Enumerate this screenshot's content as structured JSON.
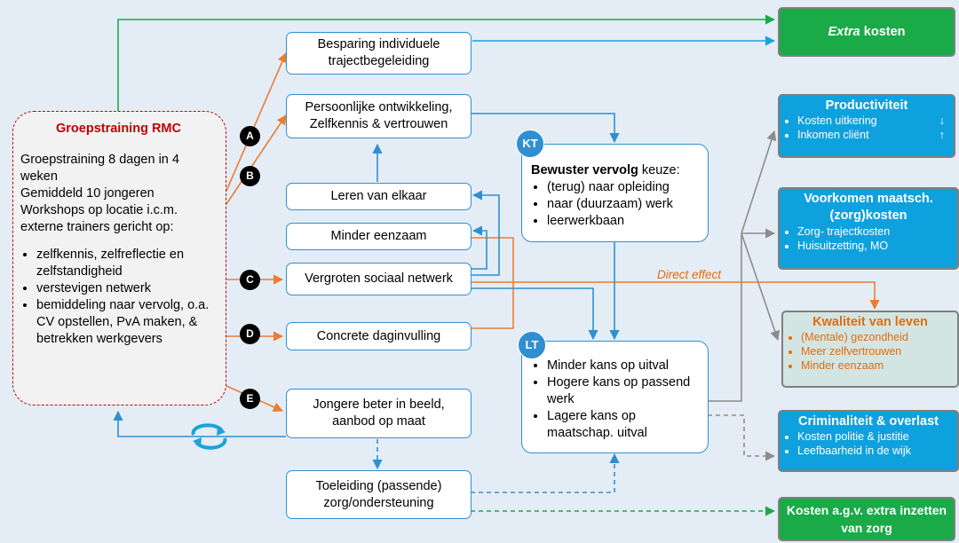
{
  "main": {
    "title": "Groepstraining RMC",
    "line1": "Groepstraining 8 dagen in 4 weken",
    "line2": "Gemiddeld  10 jongeren",
    "line3": "Workshops op locatie i.c.m. externe trainers gericht op:",
    "bullets": [
      "zelfkennis, zelfreflectie en zelfstandigheid",
      "verstevigen netwerk",
      "bemiddeling naar vervolg, o.a. CV opstellen, PvA maken, & betrekken werkgevers"
    ]
  },
  "boxes": {
    "besparing": "Besparing individuele trajectbegeleiding",
    "persoonlijk": "Persoonlijke ontwikkeling, Zelfkennis & vertrouwen",
    "leren": "Leren van elkaar",
    "eenzaam": "Minder eenzaam",
    "netwerk": "Vergroten sociaal netwerk",
    "dag": "Concrete daginvulling",
    "beeld": "Jongere beter in beeld, aanbod op maat",
    "toeleiding": "Toeleiding (passende) zorg/ondersteuning"
  },
  "circles": [
    "A",
    "B",
    "C",
    "D",
    "E"
  ],
  "kt": {
    "badge": "KT",
    "title_bold": "Bewuster vervolg",
    "title_rest": " keuze:",
    "bullets": [
      "(terug) naar opleiding",
      "naar (duurzaam) werk",
      "leerwerkbaan"
    ]
  },
  "lt": {
    "badge": "LT",
    "bullets": [
      "Minder kans op uitval",
      "Hogere kans op passend werk",
      "Lagere kans op maatschap. uitval"
    ]
  },
  "direct_effect": "Direct effect",
  "outcomes": {
    "extra_kosten": {
      "italic": "Extra",
      "rest": " kosten"
    },
    "productiviteit": {
      "title": "Productiviteit",
      "items": [
        "Kosten uitkering",
        "Inkomen cliënt"
      ]
    },
    "voorkomen": {
      "title": "Voorkomen maatsch. (zorg)kosten",
      "items": [
        "Zorg- trajectkosten",
        "Huisuitzetting, MO"
      ]
    },
    "kwaliteit": {
      "title": "Kwaliteit van leven",
      "items": [
        "(Mentale) gezondheid",
        "Meer zelfvertrouwen",
        "Minder eenzaam"
      ]
    },
    "criminaliteit": {
      "title": "Criminaliteit & overlast",
      "items": [
        "Kosten politie & justitie",
        "Leefbaarheid in de wijk"
      ]
    },
    "kosten_zorg": "Kosten a.g.v. extra inzetten van zorg"
  },
  "colors": {
    "blue": "#2f8fd1",
    "orange": "#ed7d31",
    "green": "#1aaa48",
    "grey": "#7f7f7f",
    "red": "#c00000",
    "cyan": "#0fa1de"
  }
}
